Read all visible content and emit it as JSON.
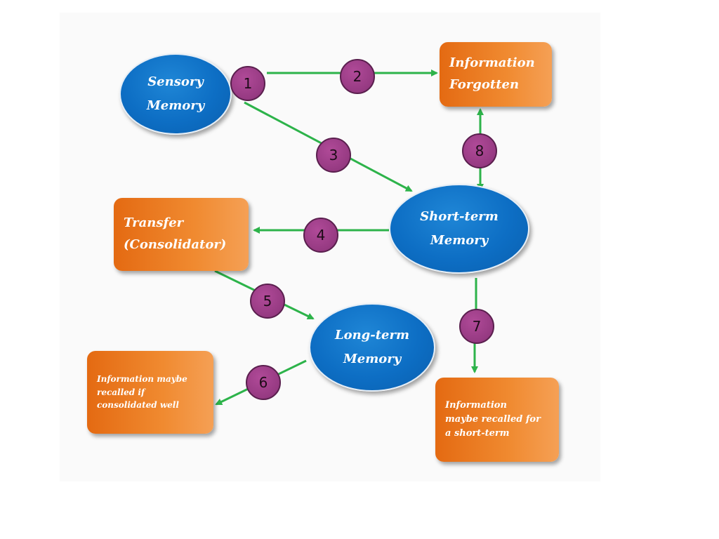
{
  "nodes": {
    "sensory_memory": {
      "line1": "Sensory",
      "line2": "Memory"
    },
    "information_forgotten": {
      "line1": "Information",
      "line2": "Forgotten"
    },
    "short_term_memory": {
      "line1": "Short-term",
      "line2": "Memory"
    },
    "transfer": {
      "line1": "Transfer",
      "line2": "(Consolidator)"
    },
    "long_term_memory": {
      "line1": "Long-term",
      "line2": "Memory"
    },
    "recalled_if_consolidated": {
      "line1": "Information maybe",
      "line2": "recalled if",
      "line3": "consolidated well"
    },
    "recalled_short_term": {
      "line1": "Information",
      "line2": "maybe recalled for",
      "line3": "a short-term"
    }
  },
  "step_labels": [
    "1",
    "2",
    "3",
    "4",
    "5",
    "6",
    "7",
    "8"
  ],
  "colors": {
    "ellipse_fill": "#0d6ec4",
    "box_fill": "#f08a30",
    "step_fill": "#963a82",
    "arrow": "#2db34a"
  }
}
